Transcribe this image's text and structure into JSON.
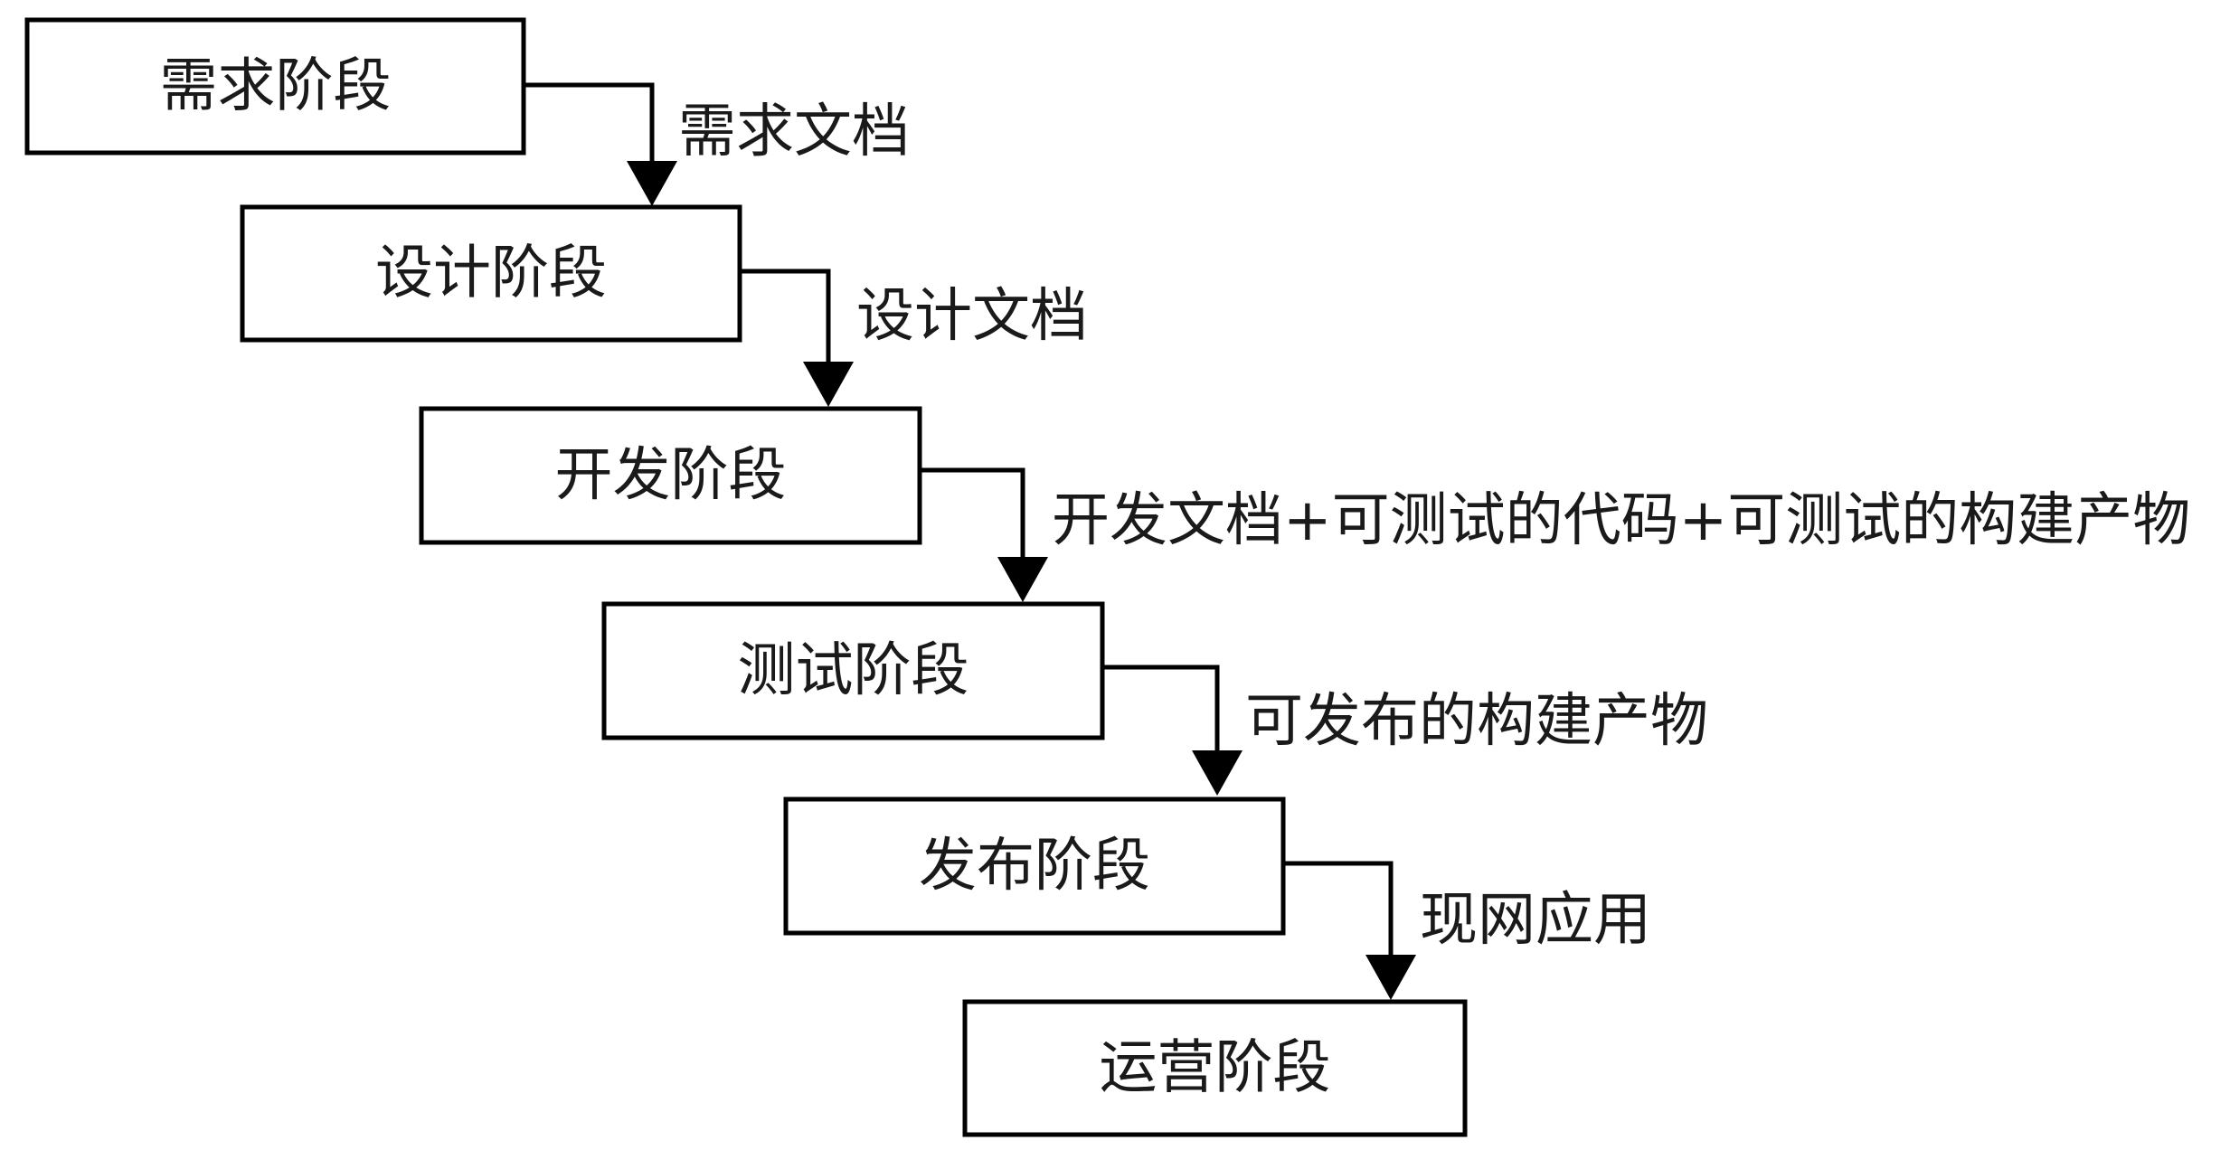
{
  "stages": [
    {
      "label": "需求阶段"
    },
    {
      "label": "设计阶段"
    },
    {
      "label": "开发阶段"
    },
    {
      "label": "测试阶段"
    },
    {
      "label": "发布阶段"
    },
    {
      "label": "运营阶段"
    }
  ],
  "artifacts": [
    {
      "label": "需求文档"
    },
    {
      "label": "设计文档"
    },
    {
      "label": "开发文档+可测试的代码+可测试的构建产物"
    },
    {
      "label": "可发布的构建产物"
    },
    {
      "label": "现网应用"
    }
  ],
  "colors": {
    "stroke": "#000000",
    "box_fill": "#ffffff",
    "text": "#1a1a1a"
  }
}
